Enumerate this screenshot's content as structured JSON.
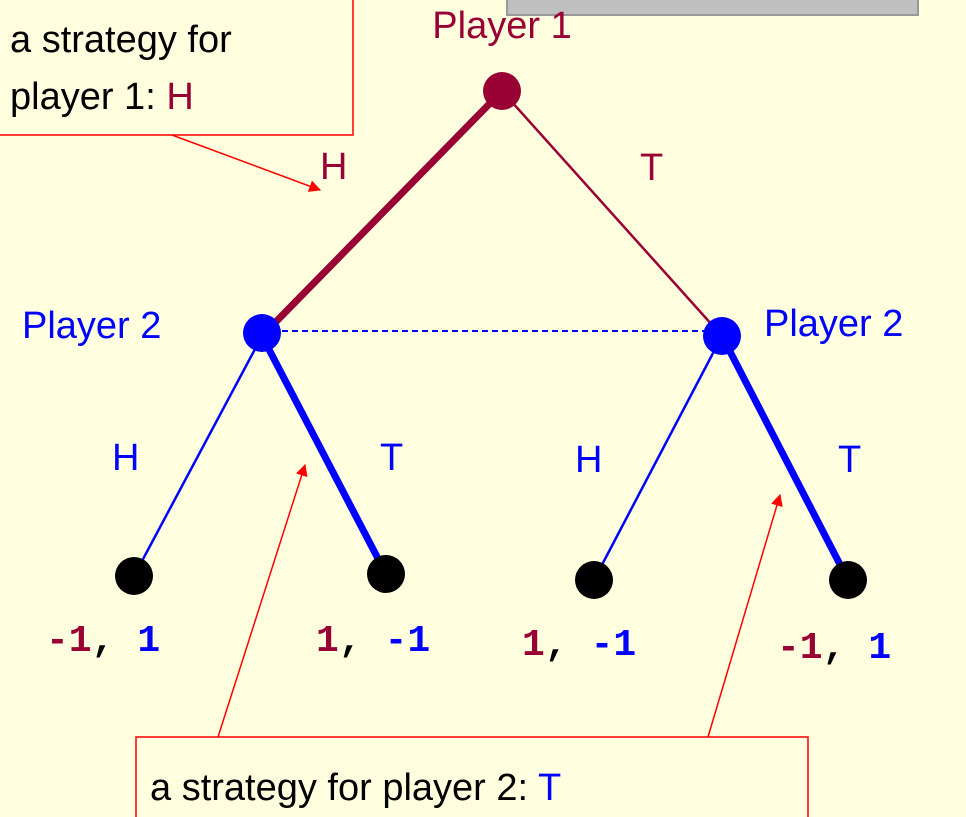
{
  "colors": {
    "background": "#ffffe0",
    "player1": "#990033",
    "player2": "#0000ff",
    "terminal": "#000000",
    "annotation": "#ff0000",
    "text": "#000000",
    "header_box": "#c0c0c0"
  },
  "player1": {
    "label": "Player 1"
  },
  "player2_left": {
    "label": "Player 2"
  },
  "player2_right": {
    "label": "Player 2"
  },
  "edges": {
    "p1_h": "H",
    "p1_t": "T",
    "p2_left_h": "H",
    "p2_left_t": "T",
    "p2_right_h": "H",
    "p2_right_t": "T"
  },
  "payoffs": [
    {
      "p1": "-1",
      "sep": ",",
      "p2": "1"
    },
    {
      "p1": "1",
      "sep": ",",
      "p2": "-1"
    },
    {
      "p1": "1",
      "sep": ",",
      "p2": "-1"
    },
    {
      "p1": "-1",
      "sep": ",",
      "p2": "1"
    }
  ],
  "callout_p1": {
    "line1": "a strategy for",
    "line2_prefix": "player 1: ",
    "move": "H"
  },
  "callout_p2": {
    "prefix": "a strategy for player 2: ",
    "move": "T"
  }
}
